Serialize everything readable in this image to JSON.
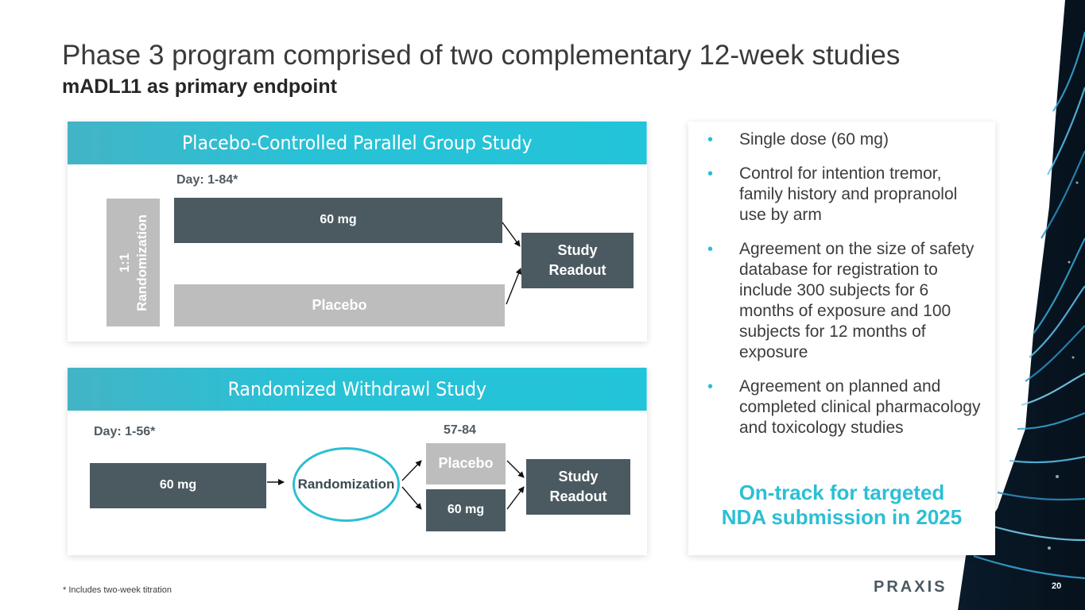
{
  "header": {
    "title": "Phase 3 program comprised of two complementary 12-week studies",
    "subtitle": "mADL11 as primary endpoint"
  },
  "study1": {
    "title": "Placebo-Controlled Parallel Group Study",
    "day_label": "Day: 1-84*",
    "randomization_line1": "1:1",
    "randomization_line2": "Randomization",
    "arm_active": "60 mg",
    "arm_placebo": "Placebo",
    "readout_line1": "Study",
    "readout_line2": "Readout"
  },
  "study2": {
    "title": "Randomized Withdrawl Study",
    "day_label": "Day: 1-56*",
    "day_label2": "57-84",
    "lead_in": "60 mg",
    "randomization": "Randomization",
    "arm_placebo": "Placebo",
    "arm_active": "60 mg",
    "readout_line1": "Study",
    "readout_line2": "Readout"
  },
  "bullets": [
    "Single dose (60 mg)",
    "Control for intention tremor, family history and propranolol use by arm",
    "Agreement on the size of safety database for registration to include 300 subjects for 6 months of exposure and 100 subjects for 12 months of exposure",
    "Agreement on planned and completed clinical pharmacology and toxicology studies"
  ],
  "callout": {
    "line1": "On-track for targeted",
    "line2": "NDA submission in 2025"
  },
  "footnote": "* Includes two-week titration",
  "logo": "PRAXIS",
  "page_number": "20",
  "colors": {
    "accent": "#2bbfd4",
    "dark_box": "#4b5a61",
    "grey_box": "#bdbdbd"
  }
}
